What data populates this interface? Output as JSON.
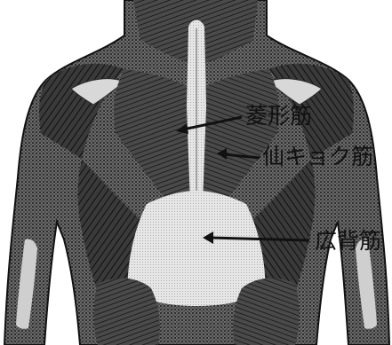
{
  "labels": [
    {
      "text": "菱形筋"
    },
    {
      "text": "仙キョク筋"
    },
    {
      "text": "広背筋"
    }
  ],
  "colors": {
    "ink": "#111111",
    "stipple_dark": "#1a1a1a",
    "stipple_mid": "#5a5a5a",
    "stipple_light": "#d9d9d9",
    "background": "#ffffff"
  },
  "icons": [
    "arrow-icon"
  ]
}
